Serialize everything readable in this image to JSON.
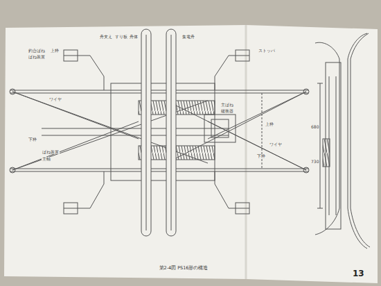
{
  "diagram": {
    "caption": "第2-4図 PS16形の構造",
    "labels": [
      "舟支え",
      "すり板",
      "舟体",
      "集電舟",
      "釣合ばね",
      "ばね装置",
      "上枠",
      "ワイヤ",
      "主ばね",
      "緩衝器",
      "上枠",
      "下枠",
      "ワイヤ",
      "下枠",
      "主軸",
      "ばね装置",
      "ストッパ",
      "680",
      "730",
      "13"
    ]
  }
}
